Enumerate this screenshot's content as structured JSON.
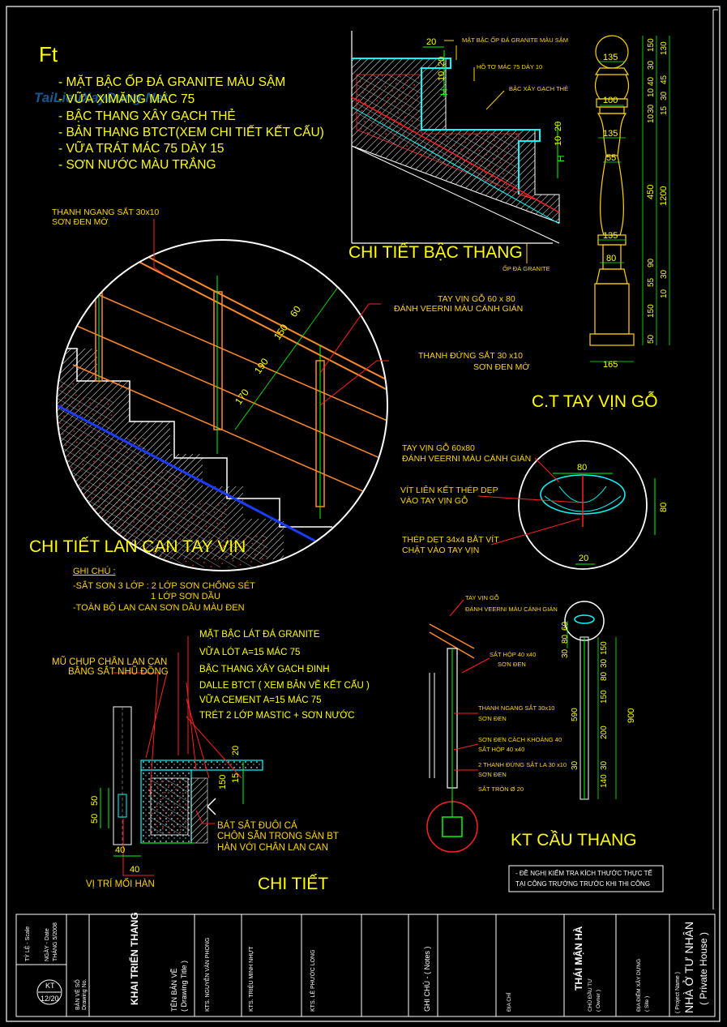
{
  "notes_title": "Ft",
  "notes": [
    "- MẶT BẬC ỐP ĐÁ GRANITE MÀU SẬM",
    "- VỮA XIMĂNG MÁC 75",
    "- BẬC THANG XÂY GẠCH THẺ",
    "- BẢN THANG BTCT(XEM CHI TIẾT KẾT CẤU)",
    "- VỮA TRÁT MÁC 75 DÀY 15",
    "- SƠN NƯỚC MÀU TRẮNG"
  ],
  "step_detail": {
    "title": "CHI TIẾT BẬC THANG",
    "labels": [
      "MẶT BẬC ỐP ĐÁ GRANITE MÀU SẬM",
      "HỒ TƠ MÁC 75 DÀY 10",
      "BẬC XÂY GẠCH THẺ",
      "ỐP ĐÁ GRANITE"
    ],
    "dims": [
      "20",
      "10",
      "20",
      "H",
      "10",
      "20",
      "H"
    ]
  },
  "baluster": {
    "title": "C.T TAY VỊN GỖ",
    "dims_h": [
      "135",
      "100",
      "135",
      "55",
      "135",
      "80",
      "165"
    ],
    "dims_v": [
      "150",
      "30",
      "40",
      "10",
      "30",
      "10",
      "30",
      "15",
      "45",
      "450",
      "1200",
      "130",
      "90",
      "55",
      "30",
      "150",
      "50",
      "10"
    ]
  },
  "railing_detail": {
    "title": "CHI TIẾT LAN CAN TAY VỊN",
    "label1a": "THANH NGANG SẮT 30x10",
    "label1b": "SƠN ĐEN MỜ",
    "label2a": "TAY VỊN GỖ 60 x 80",
    "label2b": "ĐÁNH VEERNI MÀU CÁNH GIÁN",
    "label3a": "THANH ĐỨNG SẮT 30 x10",
    "label3b": "SƠN ĐEN MỜ",
    "dims": [
      "170",
      "190",
      "150",
      "60"
    ]
  },
  "handrail_section": {
    "label1a": "TAY VỊN GỖ 60x80",
    "label1b": "ĐÁNH VEERNI MÀU CÁNH GIÁN",
    "label2a": "VÍT LIÊN KẾT THÉP DẸP",
    "label2b": "VÀO TAY VỊN GỖ",
    "label3a": "THÉP DẸT 34x4 BẮT VÍT",
    "label3b": "CHẶT VÀO TAY VỊN",
    "dims": [
      "80",
      "80",
      "20"
    ]
  },
  "general_notes": {
    "title": "GHI CHÚ :",
    "line1": "-SẮT SƠN 3 LỚP : 2 LỚP SƠN CHỐNG SÉT",
    "line2": "1 LỚP SƠN DẦU",
    "line3": "-TOÀN BỘ LAN CAN SƠN DẦU MÀU ĐEN"
  },
  "base_detail": {
    "title": "CHI TIẾT",
    "layers": [
      "MẶT BẬC LÁT ĐÁ GRANITE",
      "VỮA LÓT A=15 MÁC 75",
      "BẬC THANG XÂY GẠCH ĐINH",
      "DALLE BTCT ( XEM BẢN VẼ KẾT CẤU )",
      "VỮA CEMENT A=15 MÁC 75",
      "TRÉT 2 LỚP MASTIC + SƠN NƯỚC"
    ],
    "cap_a": "MŨ CHỤP CHÂN LAN CAN",
    "cap_b": "BẰNG SẮT NHŨ ĐỒNG",
    "fish_a": "BÁT SẮT ĐUÔI CÁ",
    "fish_b": "CHÔN SẴN TRONG SÀN BT",
    "fish_c": "HÀN VỚI CHÂN LAN CAN",
    "weld": "VỊ TRÍ MỐI HÀN",
    "dims": [
      "50",
      "50",
      "40",
      "40",
      "150",
      "15",
      "20"
    ]
  },
  "stair_structure": {
    "title": "KT CẦU THANG",
    "labels": [
      "TAY VỊN GỖ",
      "ĐÁNH VEERNI MÀU CÁNH GIÁN",
      "SẮT HỘP 40 x40",
      "SƠN ĐEN",
      "THANH NGANG SẮT 30x10",
      "SƠN ĐEN",
      "SƠN ĐEN CÁCH KHOẢNG 40",
      "SẮT HỘP 40 x40",
      "2 THANH ĐỨNG SẮT LA 30 x10",
      "SƠN ĐEN",
      "SẮT TRÒN Ø 20"
    ],
    "dims": [
      "80",
      "60",
      "150",
      "30",
      "30",
      "80",
      "150",
      "590",
      "200",
      "900",
      "30",
      "30",
      "140"
    ]
  },
  "site_note": {
    "line1": "- ĐỀ NGHỊ KIỂM TRA KÍCH THƯỚC THỰC TẾ",
    "line2": "TẠI CÔNG TRƯỜNG TRƯỚC KHI THI CÔNG"
  },
  "title_block": {
    "project_label": "( Project Name )",
    "project_name": "NHÀ Ở TƯ NHÂN",
    "project_en": "( Private House )",
    "site_label": "ĐỊA ĐIỂM XÂY DỰNG",
    "site_en": "( Site )",
    "owner_label": "CHỦ ĐẦU TƯ",
    "owner_en": "( Owner )",
    "owner_name": "THÁI MẬN HÀ",
    "address_label": "ĐỊA CHỈ",
    "notes_label": "GHI CHÚ - ( Notes )",
    "architect1_label": "KTS. LÊ PHƯỚC LONG",
    "architect2_label": "KTS. TRIỆU MINH NHỰT",
    "architect3_label": "KTS. NGUYỄN VĂN PHONG",
    "drawing_title_label": "TÊN BẢN VẼ",
    "drawing_title_en": "( Drawing Title )",
    "drawing_title": "KHAI TRIỂN THANG",
    "scale_label": "TỶ LỆ - Scale",
    "date_label": "NGÀY - Date",
    "date_value": "THÁNG 5/2008",
    "drawing_no_label": "BẢN VẼ SỐ",
    "drawing_no_en": "Drawing No.",
    "sheet_code": "KT",
    "sheet_num": "12/20"
  },
  "watermark": "TaiLieuXayDung.Net"
}
